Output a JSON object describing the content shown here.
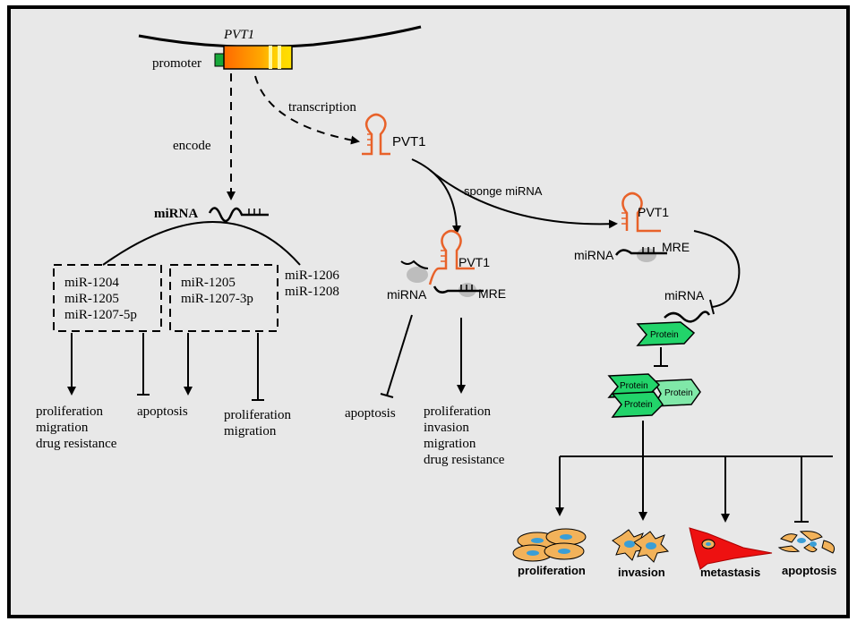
{
  "gene": {
    "name": "PVT1",
    "promoter_label": "promoter",
    "transcription_label": "transcription",
    "encode_label": "encode"
  },
  "encode_branch": {
    "mirna_label": "miRNA",
    "group1": [
      "miR-1204",
      "miR-1205",
      "miR-1207-5p"
    ],
    "group2": [
      "miR-1205",
      "miR-1207-3p"
    ],
    "group3": [
      "miR-1206",
      "miR-1208"
    ],
    "outcomes": {
      "g1_promote": [
        "proliferation",
        "migration",
        "drug resistance"
      ],
      "g1_inhibit": "apoptosis",
      "g2_promote": "apoptosis",
      "g2_inhibit": [
        "proliferation",
        "migration"
      ]
    }
  },
  "sponge_branch": {
    "transcript_label": "PVT1",
    "sponge_label": "sponge miRNA",
    "complex1": {
      "pvt1": "PVT1",
      "mirna": "miRNA",
      "mre": "MRE"
    },
    "complex2": {
      "pvt1": "PVT1",
      "mirna": "miRNA",
      "mre": "MRE"
    },
    "outcomes": {
      "inhibit": "apoptosis",
      "promote": [
        "proliferation",
        "invasion",
        "migration",
        "drug resistance"
      ]
    },
    "free_mirna_label": "miRNA",
    "protein_label": "Protein",
    "cell_outcomes": [
      "proliferation",
      "invasion",
      "metastasis",
      "apoptosis"
    ]
  },
  "colors": {
    "panel_bg": "#e8e8e8",
    "rna": "#e8622a",
    "protein": "#22d46a",
    "cell": "#f2b25a",
    "nucleus": "#3a9ed6",
    "metastasis": "#ee1111",
    "promoter": "#18a83a"
  }
}
